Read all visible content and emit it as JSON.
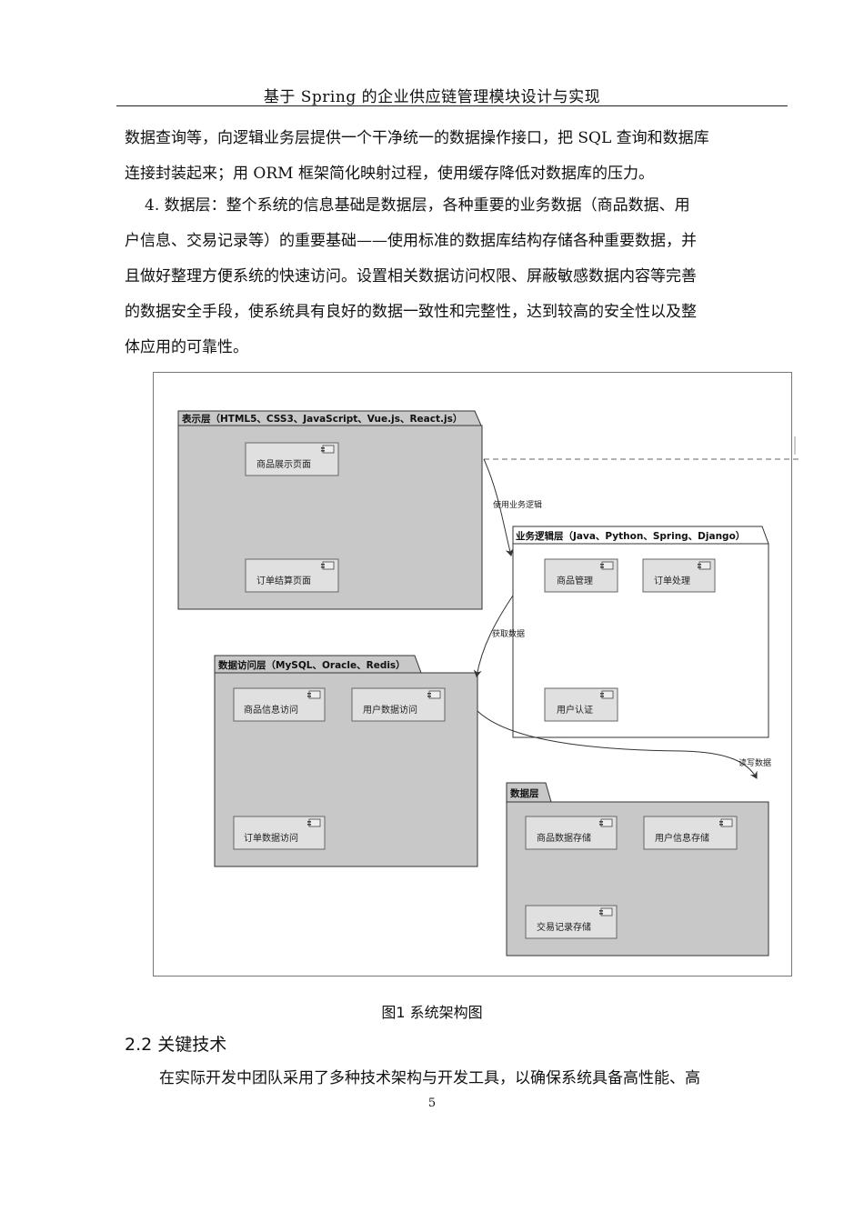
{
  "header": {
    "title": "基于 Spring 的企业供应链管理模块设计与实现"
  },
  "paragraph1": {
    "lines": [
      "数据查询等，向逻辑业务层提供一个干净统一的数据操作接口，把 SQL 查询和数据库",
      "连接封装起来；用 ORM 框架简化映射过程，使用缓存降低对数据库的压力。"
    ]
  },
  "paragraph2": {
    "lines": [
      "4.  数据层：整个系统的信息基础是数据层，各种重要的业务数据（商品数据、用",
      "户信息、交易记录等）的重要基础——使用标准的数据库结构存储各种重要数据，并",
      "且做好整理方便系统的快速访问。设置相关数据访问权限、屏蔽敏感数据内容等完善",
      "的数据安全手段，使系统具有良好的数据一致性和完整性，达到较高的安全性以及整",
      "体应用的可靠性。"
    ]
  },
  "diagram": {
    "packages": {
      "presentation": {
        "title": "表示层（HTML5、CSS3、JavaScript、Vue.js、React.js）",
        "components": [
          "商品展示页面",
          "订单结算页面"
        ]
      },
      "business": {
        "title": "业务逻辑层（Java、Python、Spring、Django）",
        "components": [
          "商品管理",
          "订单处理",
          "用户认证"
        ]
      },
      "data_access": {
        "title": "数据访问层（MySQL、Oracle、Redis）",
        "components": [
          "商品信息访问",
          "用户数据访问",
          "订单数据访问"
        ]
      },
      "data": {
        "title": "数据层",
        "components": [
          "商品数据存储",
          "用户信息存储",
          "交易记录存储"
        ]
      }
    },
    "arrows": [
      "使用业务逻辑",
      "获取数据",
      "读写数据"
    ]
  },
  "figure": {
    "caption": "图1  系统架构图"
  },
  "section": {
    "heading": "2.2 关键技术"
  },
  "paragraph3": {
    "lines": [
      "在实际开发中团队采用了多种技术架构与开发工具，以确保系统具备高性能、高"
    ]
  },
  "footer": {
    "page_number": "5"
  }
}
